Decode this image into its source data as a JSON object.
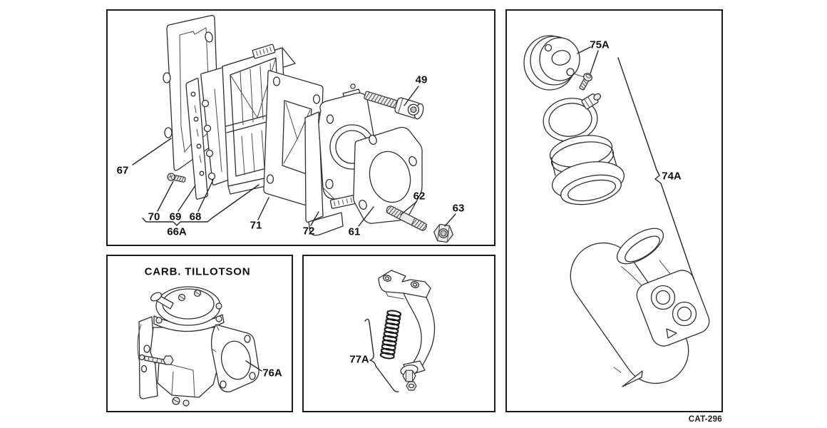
{
  "figure": {
    "code": "CAT-296"
  },
  "colors": {
    "background": "#ffffff",
    "line": "#2f2f2f",
    "label": "#111111",
    "border": "#1b1b1b"
  },
  "panels": {
    "reed_valve": {
      "callouts": {
        "c49": "49",
        "c61": "61",
        "c62": "62",
        "c63": "63",
        "c66A": "66A",
        "c67": "67",
        "c68": "68",
        "c69": "69",
        "c70": "70",
        "c71": "71",
        "c72": "72"
      }
    },
    "carburetor": {
      "title": "CARB. TILLOTSON",
      "callouts": {
        "c76A": "76A"
      }
    },
    "bracket_spring": {
      "callouts": {
        "c77A": "77A"
      }
    },
    "air_silencer": {
      "callouts": {
        "c74A": "74A",
        "c75A": "75A"
      }
    }
  }
}
